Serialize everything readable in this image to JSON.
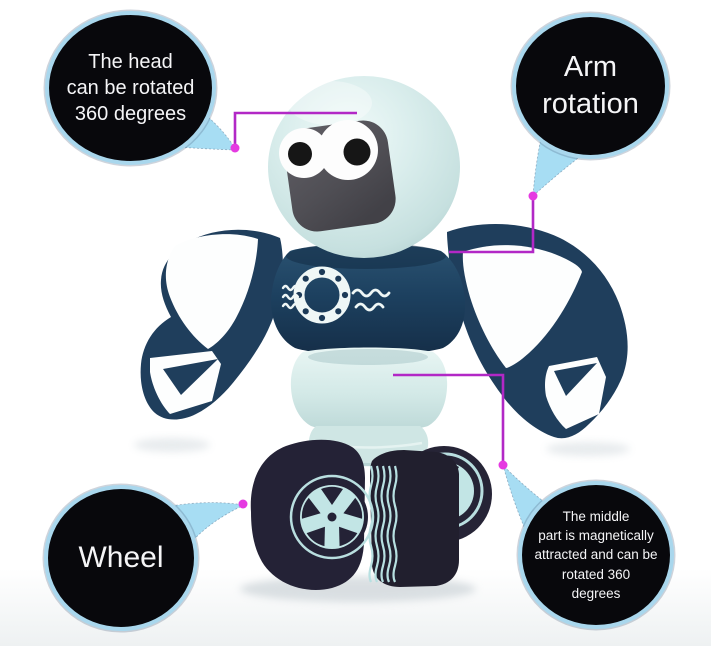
{
  "callouts": {
    "head": {
      "lines": [
        "The head",
        "can be rotated",
        "360 degrees"
      ]
    },
    "arm": {
      "lines": [
        "Arm",
        "rotation"
      ]
    },
    "wheel": {
      "lines": [
        "Wheel"
      ]
    },
    "middle": {
      "lines": [
        "The middle",
        "part is magnetically",
        "attracted and can be",
        "rotated 360",
        "degrees"
      ]
    }
  },
  "colors": {
    "bubble_fill": "#08080c",
    "bubble_border": "#a9d7ed",
    "tail": "#a7ddf3",
    "leader_line": "#b228c6",
    "leader_dot": "#e53ae1",
    "robot_navy": "#1f3e5c",
    "robot_mint": "#d9edec",
    "wheel_dark": "#242236",
    "face_gray": "#56555b"
  }
}
